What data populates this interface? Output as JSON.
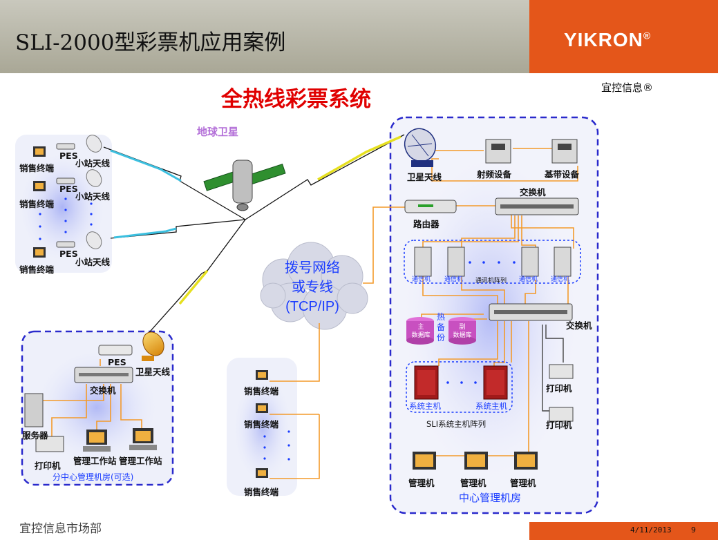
{
  "header": {
    "title": "SLI-2000型彩票机应用案例",
    "logo": "YIKRON",
    "logo_mark": "®",
    "brand": "宜控信息®",
    "brand_color": "#e4561a"
  },
  "diagram": {
    "title": "全热线彩票系统",
    "satellite": "地球卫星",
    "cloud": {
      "line1": "拨号网络",
      "line2": "或专线",
      "line3": "(TCP/IP)"
    },
    "left_station": {
      "terminal": "销售终端",
      "pes": "PES",
      "antenna": "小站天线"
    },
    "branch": {
      "pes": "PES",
      "antenna": "卫星天线",
      "switch": "交换机",
      "server": "服务器",
      "printer": "打印机",
      "workstation": "管理工作站",
      "room": "分中心管理机房(可选)"
    },
    "dialup": {
      "terminal": "销售终端"
    },
    "center": {
      "sat_antenna": "卫星天线",
      "rf": "射频设备",
      "baseband": "基带设备",
      "switch_top": "交换机",
      "router": "路由器",
      "comm": "通信机",
      "comm_array": "通讯机阵列",
      "switch_mid": "交换机",
      "db_main": "主\n数据库",
      "db_main_1": "主",
      "db_main_2": "数据库",
      "hot_backup": "热\n备\n份",
      "hot_1": "热",
      "hot_2": "备",
      "hot_3": "份",
      "db_sub_1": "副",
      "db_sub_2": "数据库",
      "host": "系统主机",
      "host_array": "SLI系统主机阵列",
      "printer": "打印机",
      "manager": "管理机",
      "room": "中心管理机房"
    }
  },
  "footer": {
    "left": "宜控信息市场部",
    "date": "4/11/2013",
    "page": "9"
  }
}
